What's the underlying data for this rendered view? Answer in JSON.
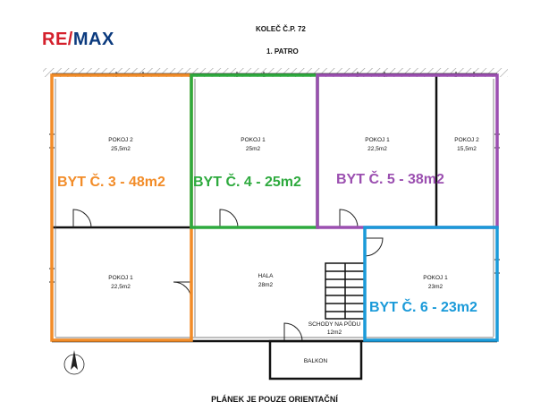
{
  "brand": {
    "re": "RE/",
    "max": "MAX",
    "colors": {
      "red": "#d4202c",
      "blue": "#0b3a7e"
    }
  },
  "header": {
    "address": "KOLEČ Č.P. 72",
    "floor": "1. PATRO"
  },
  "footer": "PLÁNEK JE POUZE ORIENTAČNÍ",
  "rooms": [
    {
      "id": "pokoj2-a",
      "name": "POKOJ 2",
      "area": "25,5m2"
    },
    {
      "id": "pokoj1-b",
      "name": "POKOJ 1",
      "area": "25m2"
    },
    {
      "id": "pokoj1-c",
      "name": "POKOJ 1",
      "area": "22,5m2"
    },
    {
      "id": "pokoj2-d",
      "name": "POKOJ 2",
      "area": "15,5m2"
    },
    {
      "id": "pokoj1-e",
      "name": "POKOJ 1",
      "area": "22,5m2"
    },
    {
      "id": "hala",
      "name": "HALA",
      "area": "28m2"
    },
    {
      "id": "schody",
      "name": "SCHODY NA PŮDU",
      "area": "12m2"
    },
    {
      "id": "pokoj1-f",
      "name": "POKOJ 1",
      "area": "23m2"
    },
    {
      "id": "balkon",
      "name": "BALKON",
      "area": ""
    }
  ],
  "units": [
    {
      "id": "byt3",
      "label": "BYT Č. 3 - 48m2",
      "color": "#f28c28"
    },
    {
      "id": "byt4",
      "label": "BYT Č. 4 - 25m2",
      "color": "#2eaa3e"
    },
    {
      "id": "byt5",
      "label": "BYT Č. 5 - 38m2",
      "color": "#9b4fb0"
    },
    {
      "id": "byt6",
      "label": "BYT Č. 6 - 23m2",
      "color": "#1a9ad9"
    }
  ],
  "compass": {
    "icon": "north-arrow-icon"
  }
}
